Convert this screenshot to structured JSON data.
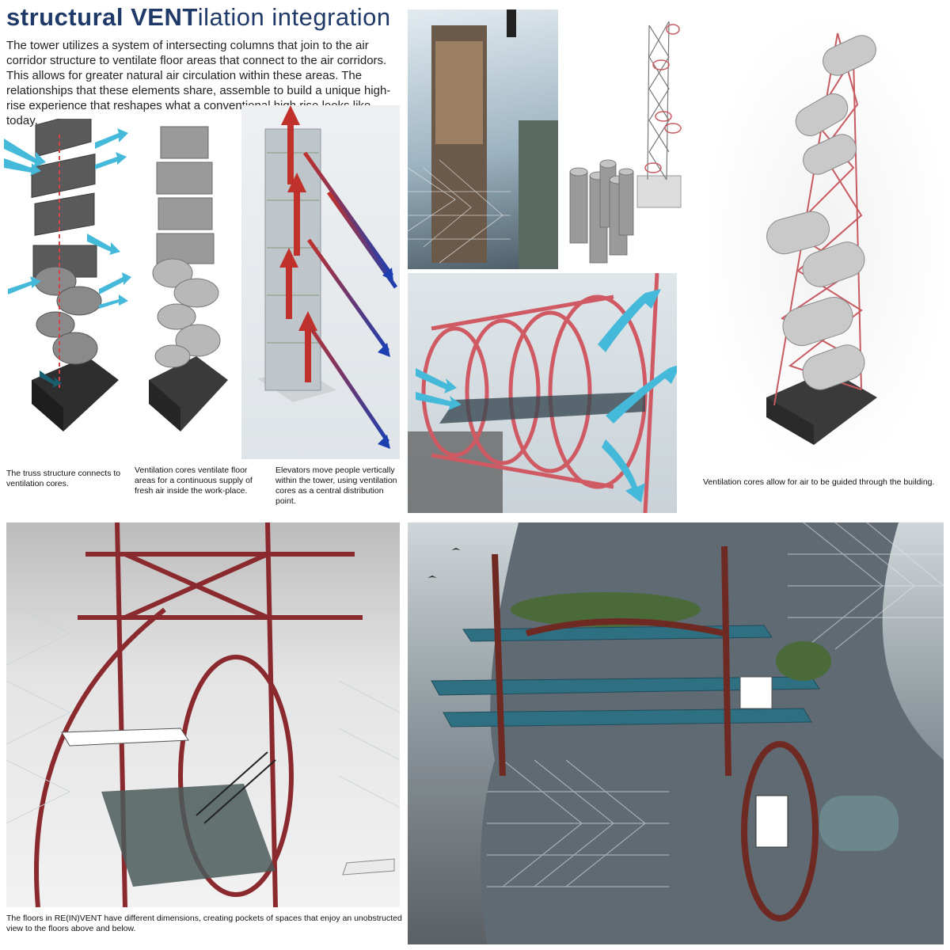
{
  "title": {
    "bold": "structural VENT",
    "light": "ilation integration"
  },
  "intro": "The tower utilizes a system of intersecting columns that join to the air corridor structure to ventilate floor areas that connect to the air corridors. This allows for greater natural air circulation within these areas. The relationships that these elements share, assemble to build a unique high-rise experience that reshapes what a conventional high rise looks like today.",
  "captions": {
    "truss": "The truss structure connects to ventilation cores.",
    "cores": "Ventilation cores ventilate floor areas for a continuous supply of fresh air inside the work-place.",
    "elevators": "Elevators move people vertically within the tower, using ventilation cores as a central distribution point.",
    "guided": "Ventilation cores allow for air to be guided through the building.",
    "floors": "The floors in RE(IN)VENT have different dimensions, creating pockets of spaces that enjoy an unobstructed view to the floors above and below."
  },
  "colors": {
    "title": "#1f3a68",
    "structure_red": "#c85a62",
    "air_blue": "#3fb8d8",
    "flow_red": "#c0312b",
    "flow_blue": "#1d3fb0",
    "core_grey": "#8c8c8c",
    "base_dark": "#3a3a3a"
  }
}
